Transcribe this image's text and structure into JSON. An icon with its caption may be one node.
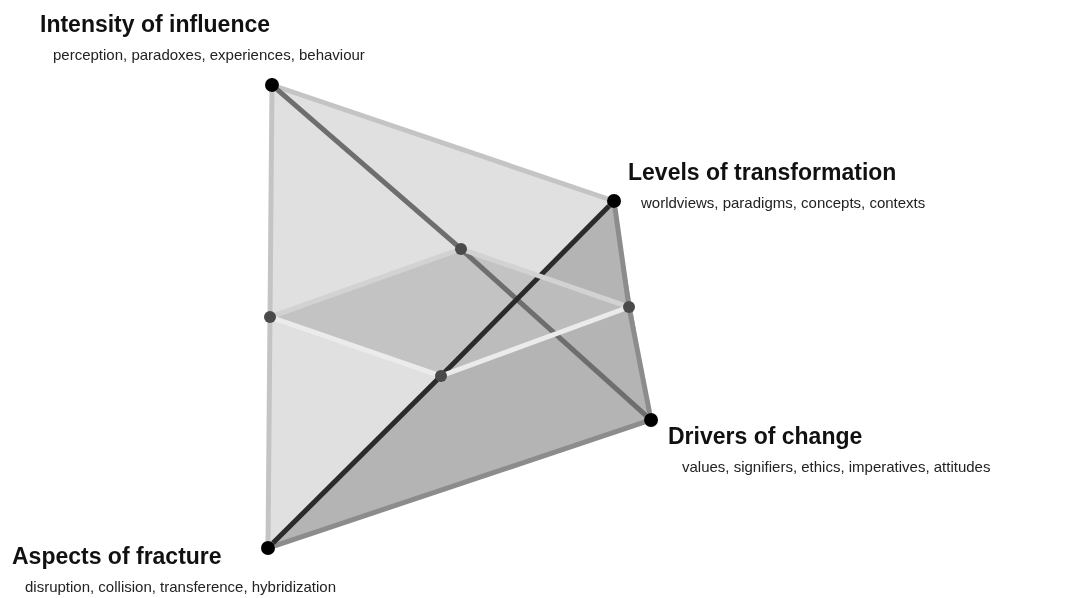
{
  "diagram": {
    "nodes": [
      {
        "text": [],
        "shape": "circle",
        "beside": [
          "Intensity of influence",
          "perception, paradoxes, experiences, behaviour"
        ]
      },
      {
        "text": [],
        "shape": "circle",
        "beside": [
          "Levels of transformation",
          "worldviews, paradigms, concepts, contexts"
        ]
      },
      {
        "text": [],
        "shape": "circle",
        "beside": [
          "Drivers of change",
          "values, signifiers, ethics, imperatives, attitudes"
        ]
      },
      {
        "text": [],
        "shape": "circle",
        "beside": [
          "Aspects of fracture",
          "disruption, collision, transference, hybridization"
        ]
      },
      {
        "text": [],
        "shape": "circle"
      },
      {
        "text": [],
        "shape": "circle"
      },
      {
        "text": [],
        "shape": "circle"
      },
      {
        "text": [],
        "shape": "circle"
      }
    ],
    "edges": [
      {
        "from": 0,
        "to": 1,
        "arrow": "none",
        "color": "#c4c4c4"
      },
      {
        "from": 0,
        "to": 5,
        "arrow": "none",
        "color": "#c4c4c4"
      },
      {
        "from": 5,
        "to": 3,
        "arrow": "none",
        "color": "#c4c4c4"
      },
      {
        "from": 1,
        "to": 6,
        "arrow": "none"
      },
      {
        "from": 6,
        "to": 2,
        "arrow": "none"
      },
      {
        "from": 2,
        "to": 3,
        "arrow": "none"
      },
      {
        "from": 0,
        "to": 4,
        "arrow": "none",
        "color": "#6e6e6e"
      },
      {
        "from": 4,
        "to": 2,
        "arrow": "none",
        "color": "#6e6e6e"
      },
      {
        "from": 1,
        "to": 7,
        "arrow": "none",
        "color": "#2b2b2b"
      },
      {
        "from": 7,
        "to": 3,
        "arrow": "none",
        "color": "#2b2b2b"
      },
      {
        "from": 5,
        "to": 4,
        "arrow": "none",
        "color": "#d2d2d2"
      },
      {
        "from": 4,
        "to": 6,
        "arrow": "none",
        "color": "#d2d2d2"
      },
      {
        "from": 6,
        "to": 7,
        "arrow": "none",
        "color": "#ebebeb"
      },
      {
        "from": 7,
        "to": 5,
        "arrow": "none",
        "color": "#ebebeb"
      }
    ]
  }
}
